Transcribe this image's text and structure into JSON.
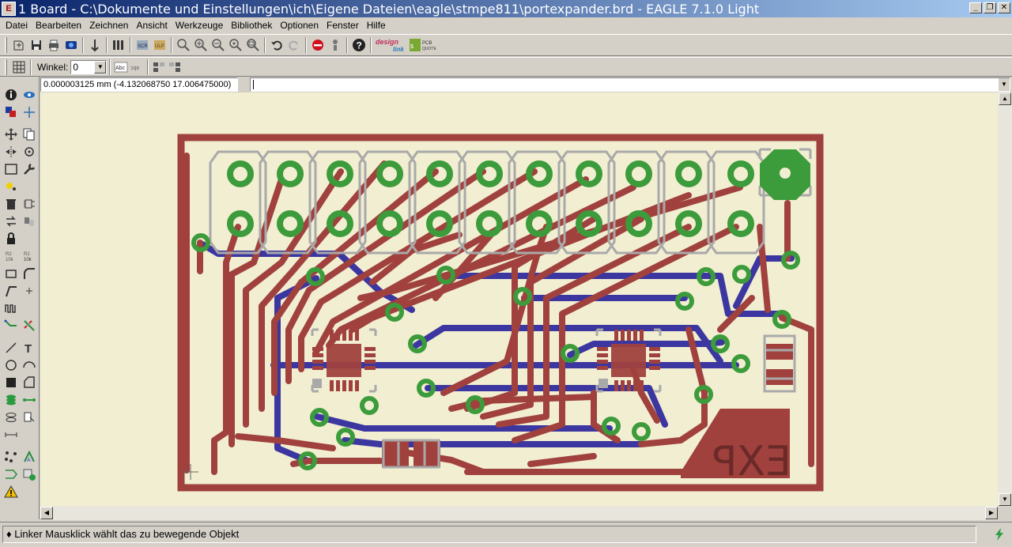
{
  "window": {
    "title": "1 Board - C:\\Dokumente und Einstellungen\\ich\\Eigene Dateien\\eagle\\stmpe811\\portexpander.brd - EAGLE 7.1.0 Light",
    "minimize": "_",
    "maximize": "❐",
    "close": "✕"
  },
  "menu": [
    "Datei",
    "Bearbeiten",
    "Zeichnen",
    "Ansicht",
    "Werkzeuge",
    "Bibliothek",
    "Optionen",
    "Fenster",
    "Hilfe"
  ],
  "toolbar2": {
    "winkel_label": "Winkel:",
    "winkel_value": "0"
  },
  "coords": "0.000003125 mm (-4.132068750 17.006475000)",
  "command": "",
  "status": "♦ Linker Mausklick wählt das zu bewegende Objekt",
  "board": {
    "silk_label": "EXP",
    "colors": {
      "background": "#f1eed2",
      "top_layer": "#a0413e",
      "bottom_layer": "#3c36a0",
      "pads": "#3c9b3a",
      "outline": "#a9a9a9"
    }
  }
}
